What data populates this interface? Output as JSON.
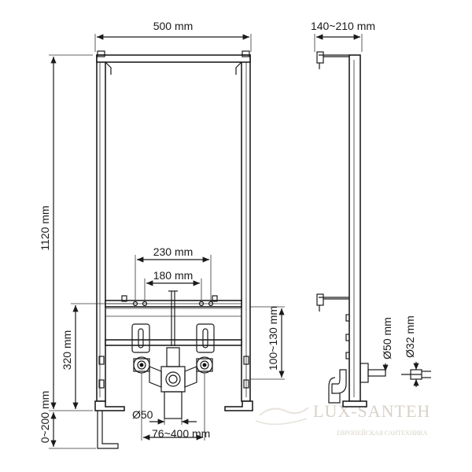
{
  "dimensions": {
    "width_top": "500 mm",
    "depth_top": "140~210 mm",
    "height_total": "1120 mm",
    "connection_height": "320 mm",
    "foot_adjust": "0~200 mm",
    "spacing_outer": "230 mm",
    "spacing_inner": "180 mm",
    "offset_side": "100~130 mm",
    "drain_dia": "Ø50",
    "drain_offset": "76~400 mm",
    "side_drain_dia": "Ø50 mm",
    "side_pipe_dia": "Ø32 mm"
  },
  "watermark": {
    "brand": "LUX-SANTEH",
    "tagline": "ЕВРОПЕЙСКАЯ САНТЕХНИКА"
  }
}
